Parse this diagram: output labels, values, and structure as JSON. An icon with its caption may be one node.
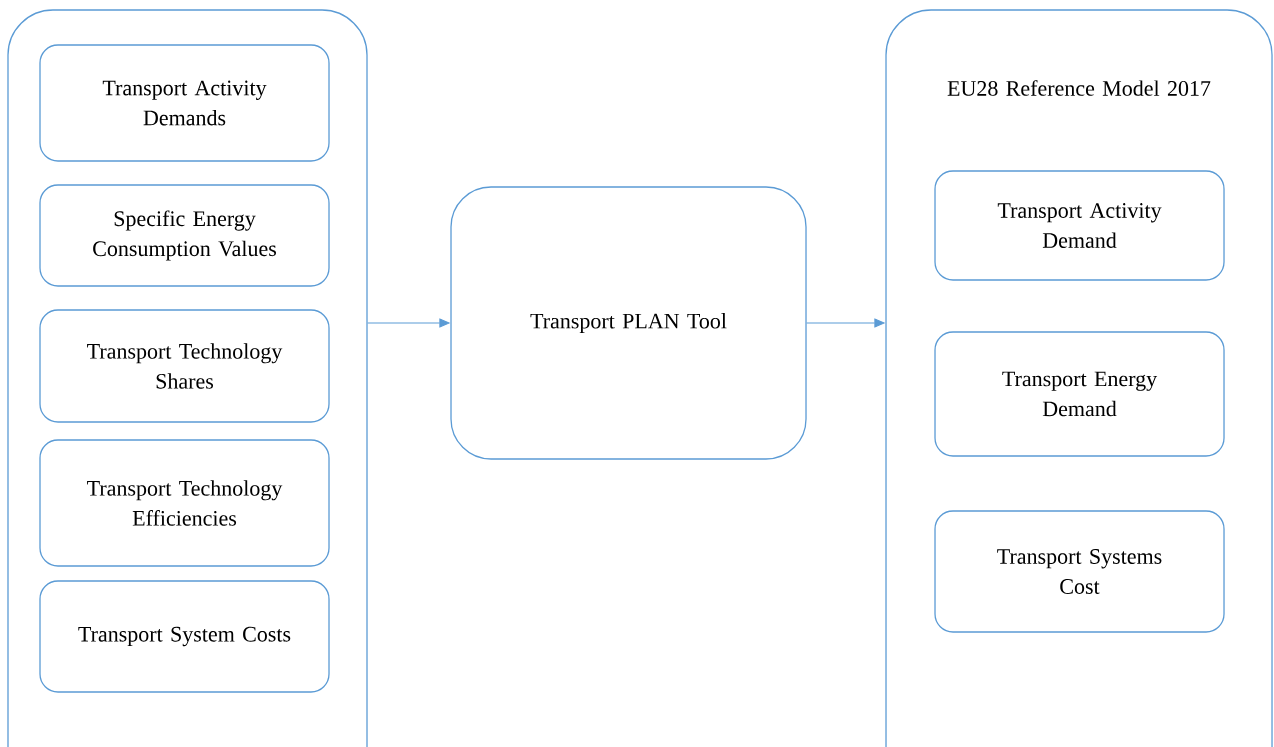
{
  "diagram": {
    "nodes": [
      {
        "text": [],
        "shape": "box"
      },
      {
        "text": [
          "Transport Activity Demands"
        ],
        "in": 0
      },
      {
        "text": [
          "Specific Energy Consumption Values"
        ],
        "in": 0
      },
      {
        "text": [
          "Transport Technology Shares"
        ],
        "in": 0
      },
      {
        "text": [
          "Transport Technology Efficiencies"
        ],
        "in": 0
      },
      {
        "text": [
          "Transport System Costs"
        ],
        "in": 0
      },
      {
        "text": [
          "Transport PLAN Tool"
        ]
      },
      {
        "text": [
          "EU28 Reference Model 2017"
        ]
      },
      {
        "text": [
          "Transport Activity Demand"
        ],
        "in": 7
      },
      {
        "text": [
          "Transport Energy Demand"
        ],
        "in": 7
      },
      {
        "text": [
          "Transport Systems Cost"
        ],
        "in": 7
      }
    ],
    "edges": [
      {
        "from": 0,
        "to": 6,
        "arrow": "to"
      },
      {
        "from": 6,
        "to": 7,
        "arrow": "to"
      }
    ]
  }
}
